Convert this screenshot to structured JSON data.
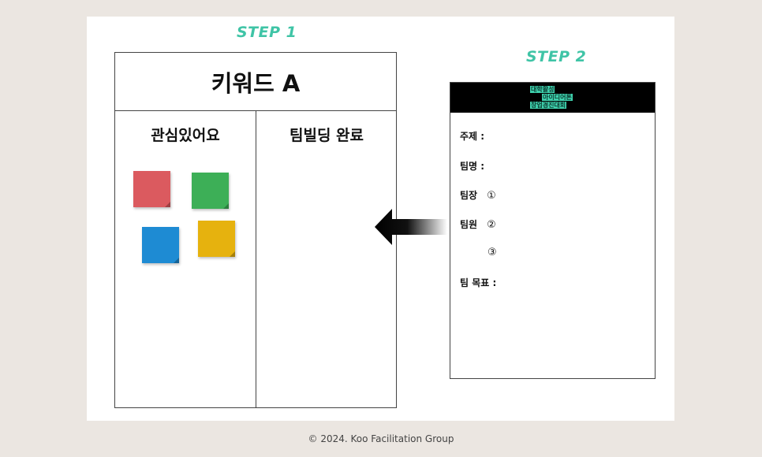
{
  "step1": {
    "label": "STEP 1"
  },
  "step2": {
    "label": "STEP 2"
  },
  "board": {
    "title": "키워드 A",
    "columns": [
      "관심있어요",
      "팀빌딩 완료"
    ],
    "sticky_notes": [
      {
        "color": "#db5a5f"
      },
      {
        "color": "#3daf57"
      },
      {
        "color": "#1e8bd3"
      },
      {
        "color": "#e6b20e"
      }
    ]
  },
  "arrow": {
    "direction": "left",
    "icon": "arrow-left-icon"
  },
  "form": {
    "header_lines": [
      "대학활성",
      "아이디어톤",
      "창업경진대회"
    ],
    "fields": {
      "topic": "주제 :",
      "team_name": "팀명 :",
      "leader": "팀장",
      "leader_num": "①",
      "member": "팀원",
      "member_num1": "②",
      "member_num2": "③",
      "goal": "팀 목표 :"
    }
  },
  "footer": {
    "copyright": "© 2024. Koo Facilitation Group"
  }
}
